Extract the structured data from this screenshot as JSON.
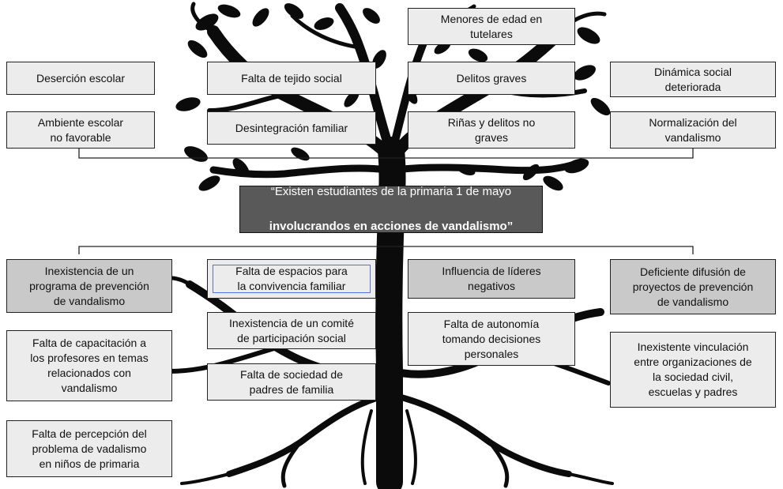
{
  "colors": {
    "tree": "#0b0b0b",
    "box_light": "#ececec",
    "box_dark": "#c9c9c9",
    "center_box": "#595959",
    "center_text": "#ffffff",
    "selection_outline": "#5a6fd6"
  },
  "center_problem": {
    "line1": "“Existen estudiantes de la primaria 1 de mayo",
    "line2": "involucrandos en acciones de vandalismo”"
  },
  "effects": {
    "col1": [
      "Deserción escolar",
      "Ambiente escolar\nno favorable"
    ],
    "col2": [
      "Falta de tejido social",
      "Desintegración familiar"
    ],
    "col3": [
      "Menores de edad en\ntutelares",
      "Delitos graves",
      "Riñas y delitos no\ngraves"
    ],
    "col4": [
      "Dinámica social\ndeteriorada",
      "Normalización del\nvandalismo"
    ]
  },
  "causes": {
    "col1": [
      "Inexistencia de un\nprograma de prevención\nde vandalismo",
      "Falta de capacitación a\nlos profesores en temas\nrelacionados con\nvandalismo",
      "Falta de percepción del\nproblema de vadalismo\nen niños de primaria"
    ],
    "col2": [
      "Falta de espacios para\nla convivencia familiar",
      "Inexistencia de un comité\nde participación social",
      "Falta de sociedad de\npadres de familia"
    ],
    "col3": [
      "Influencia de líderes\nnegativos",
      "Falta de autonomía\ntomando decisiones\npersonales"
    ],
    "col4": [
      "Deficiente difusión de\nproyectos de prevención\nde vandalismo",
      "Inexistente vinculación\nentre organizaciones de\nla sociedad civil,\nescuelas y padres"
    ]
  }
}
